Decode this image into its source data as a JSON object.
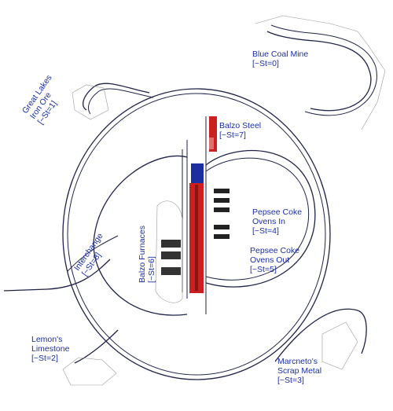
{
  "labels": {
    "blue_coal_mine": {
      "name": "Blue Coal Mine",
      "station": "[~St=0]"
    },
    "great_lakes": {
      "line1": "Great Lakes",
      "line2": "Iron Ore",
      "station": "[~St=1]"
    },
    "balzo_steel": {
      "name": "Balzo Steel",
      "station": "[~St=7]"
    },
    "pepsee_in": {
      "line1": "Pepsee Coke",
      "line2": "Ovens In",
      "station": "[~St=4]"
    },
    "pepsee_out": {
      "line1": "Pepsee Coke",
      "line2": "Ovens Out",
      "station": "[~St=5]"
    },
    "balzo_furnaces": {
      "name": "Balzo Furnaces",
      "station": "[~St=6]"
    },
    "interchange": {
      "name": "Interchange",
      "station": "[~St=8]"
    },
    "lemons": {
      "line1": "Lemon's",
      "line2": "Limestone",
      "station": "[~St=2]"
    },
    "marcneto": {
      "line1": "Marcneto's",
      "line2": "Scrap Metal",
      "station": "[~St=3]"
    }
  },
  "colors": {
    "track": "#1f2347",
    "label_text": "#1a2fa8",
    "industry_red": "#cc1f1f",
    "furnace_blue": "#1c2fa0"
  }
}
